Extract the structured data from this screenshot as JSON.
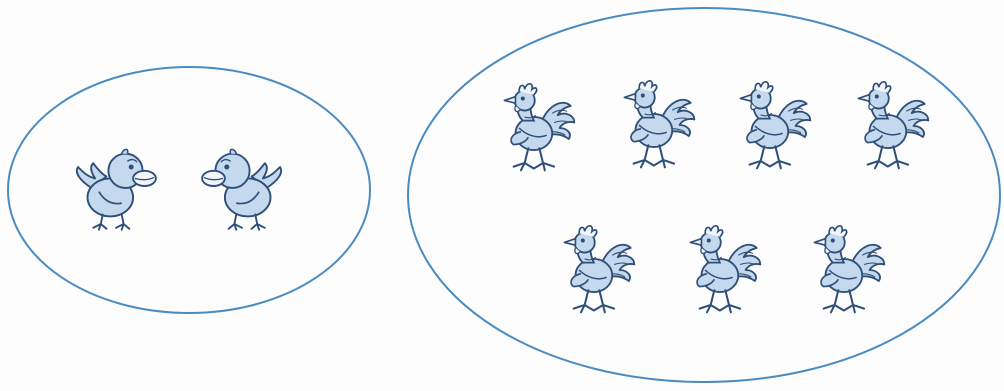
{
  "colors": {
    "outline": "#4a8bc2",
    "bird_fill": "#c4d8ee",
    "bird_stroke": "#2f4f78",
    "background": "#fdfdfd"
  },
  "groups": [
    {
      "name": "ducklings",
      "icon": "duckling-icon",
      "count": 2
    },
    {
      "name": "roosters",
      "icon": "rooster-icon",
      "count": 7
    }
  ]
}
